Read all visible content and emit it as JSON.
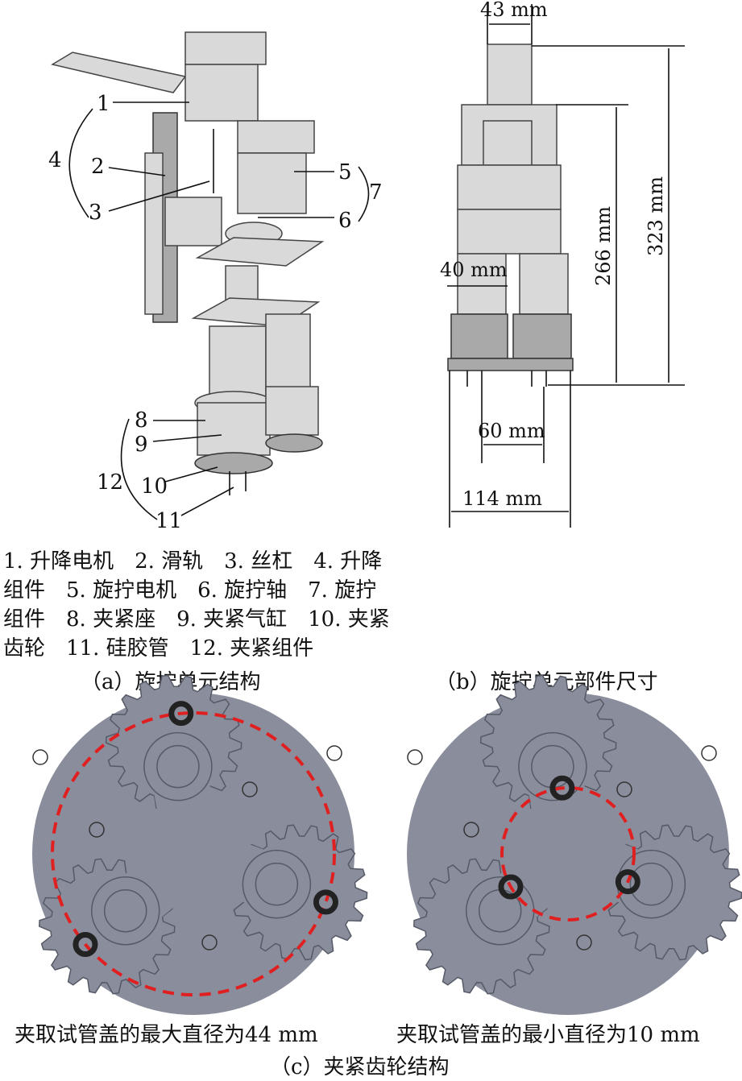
{
  "panel_a": {
    "part_numbers": [
      "1",
      "2",
      "3",
      "4",
      "5",
      "6",
      "7",
      "8",
      "9",
      "10",
      "11",
      "12"
    ],
    "legend_lines": [
      "1. 升降电机　2. 滑轨　3. 丝杠　4. 升降",
      "组件　5. 旋拧电机　6. 旋拧轴　7. 旋拧",
      "组件　8. 夹紧座　9. 夹紧气缸　10. 夹紧",
      "齿轮　11. 硅胶管　12. 夹紧组件"
    ],
    "caption": "（a）旋拧单元结构"
  },
  "panel_b": {
    "dimensions": {
      "top_width": "43 mm",
      "total_height": "323 mm",
      "body_height": "266 mm",
      "motor_width": "40 mm",
      "axis_spacing": "60 mm",
      "total_width": "114 mm"
    },
    "caption": "（b）旋拧单元部件尺寸"
  },
  "panel_c": {
    "left_caption": "夹取试管盖的最大直径为44 mm",
    "right_caption": "夹取试管盖的最小直径为10 mm",
    "caption": "（c）夹紧齿轮结构",
    "colors": {
      "plate": "#8a8d9c",
      "circle": "#e02020"
    }
  }
}
